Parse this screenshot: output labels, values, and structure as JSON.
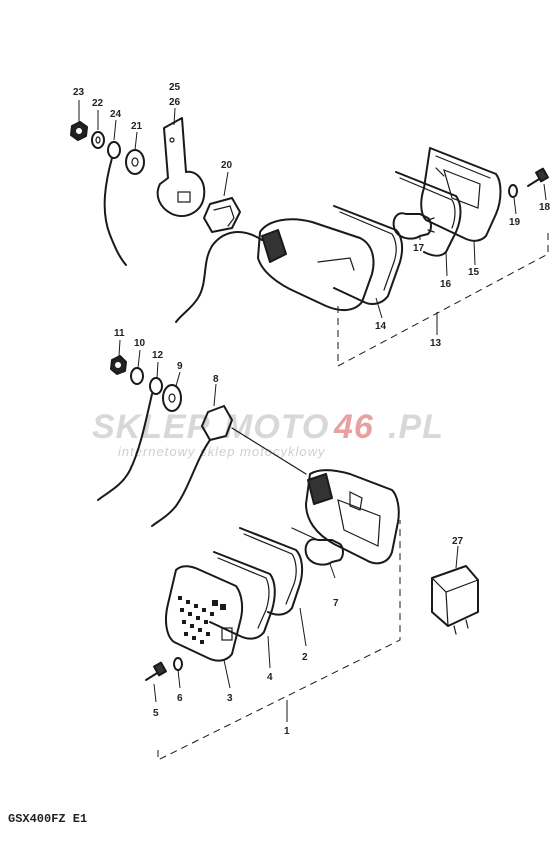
{
  "watermark": {
    "brand_part1": "SKLEP",
    "brand_part2": "MOTO",
    "brand_part3": "46",
    "brand_part4": ".PL",
    "tagline": "internetowy sklep motocyklowy"
  },
  "footer": {
    "model_code": "GSX400FZ E1"
  },
  "part_numbers": {
    "p1": "1",
    "p2": "2",
    "p3": "3",
    "p4": "4",
    "p5": "5",
    "p6": "6",
    "p7": "7",
    "p8": "8",
    "p9": "9",
    "p10": "10",
    "p11": "11",
    "p12": "12",
    "p13": "13",
    "p14": "14",
    "p15": "15",
    "p16": "16",
    "p17": "17",
    "p18": "18",
    "p19": "19",
    "p20": "20",
    "p21": "21",
    "p22": "22",
    "p23": "23",
    "p24": "24",
    "p25": "25",
    "p26": "26",
    "p27": "27"
  },
  "colors": {
    "line": "#1a1a1a",
    "watermark_gray": "#d8d8d8",
    "watermark_red": "#e05050"
  }
}
